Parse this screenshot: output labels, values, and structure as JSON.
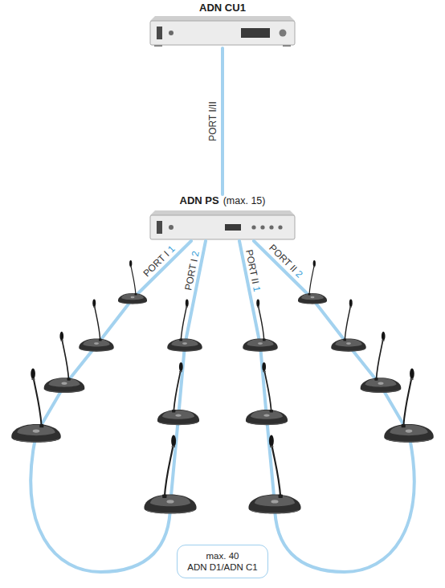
{
  "diagram": {
    "nodes": [
      {
        "text": [
          "ADN CU1"
        ]
      },
      {
        "text": [
          "ADN PS",
          "(max. 15)"
        ]
      },
      {
        "text": [
          "max. 40 ADN D1/ADN C1"
        ]
      }
    ],
    "edges": [
      {
        "from": 0,
        "to": 1,
        "arrow": "none",
        "label": "PORT I/II"
      }
    ],
    "labels": [
      "PORT I 1",
      "PORT I 2",
      "PORT II 1",
      "PORT II 2"
    ]
  }
}
